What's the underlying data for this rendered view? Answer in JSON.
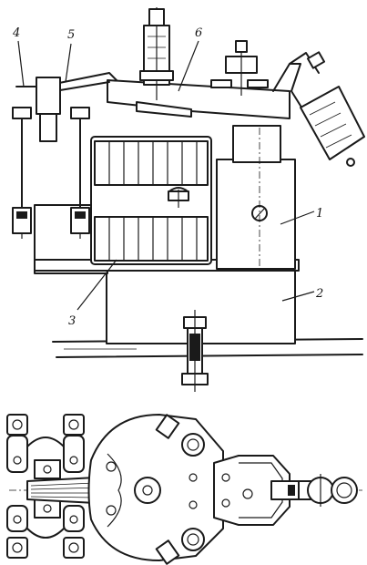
{
  "figure": {
    "callouts": [
      {
        "id": "1",
        "text": "1"
      },
      {
        "id": "2",
        "text": "2"
      },
      {
        "id": "3",
        "text": "3"
      },
      {
        "id": "4",
        "text": "4"
      },
      {
        "id": "5",
        "text": "5"
      },
      {
        "id": "6",
        "text": "6"
      }
    ]
  },
  "colors": {
    "ink": "#1a1a1a",
    "paper": "#ffffff"
  }
}
